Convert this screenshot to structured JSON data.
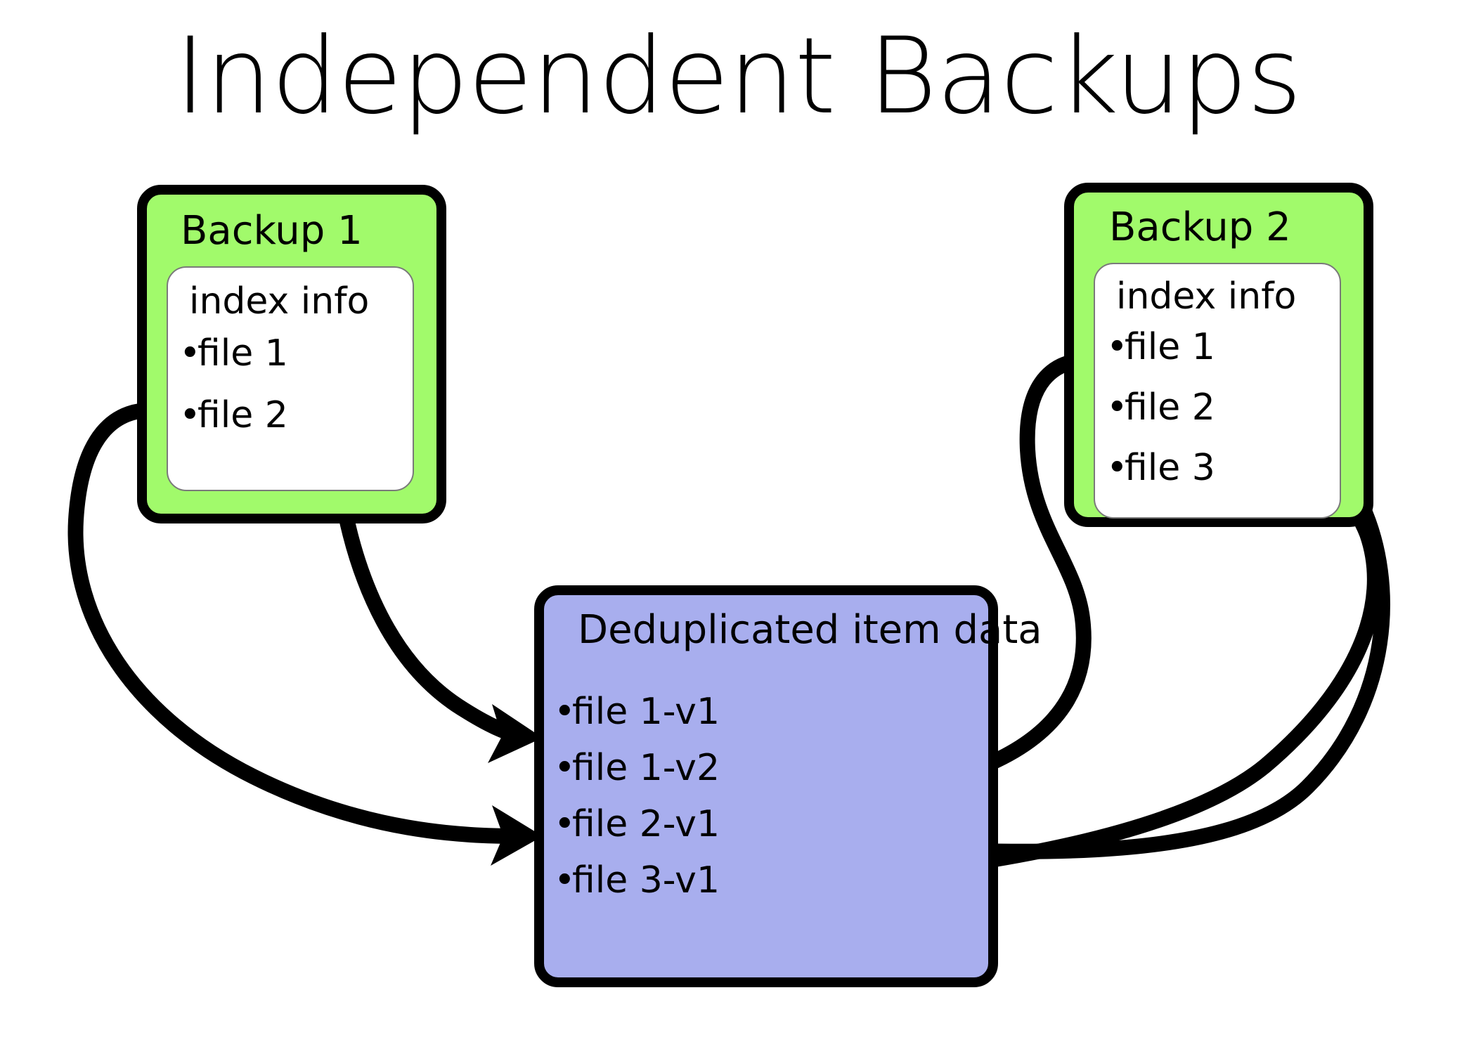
{
  "page": {
    "title": "Independent Backups",
    "background_color": "#ffffff"
  },
  "colors": {
    "backup_box_fill": "#a1fa6b",
    "dedup_box_fill": "#a8aeee",
    "inner_box_fill": "#ffffff",
    "stroke": "#000000"
  },
  "backup_1": {
    "title": "Backup 1",
    "index_label": "index info",
    "files": [
      {
        "bullet": "•",
        "label": "file 1"
      },
      {
        "bullet": "•",
        "label": "file 2"
      }
    ]
  },
  "backup_2": {
    "title": "Backup 2",
    "index_label": "index info",
    "files": [
      {
        "bullet": "•",
        "label": "file 1"
      },
      {
        "bullet": "•",
        "label": "file 2"
      },
      {
        "bullet": "•",
        "label": "file 3"
      }
    ]
  },
  "dedup_store": {
    "title": "Deduplicated item data",
    "items": [
      {
        "bullet": "•",
        "label": "file 1-v1"
      },
      {
        "bullet": "•",
        "label": "file 1-v2"
      },
      {
        "bullet": "•",
        "label": "file 2-v1"
      },
      {
        "bullet": "•",
        "label": "file 3-v1"
      }
    ]
  },
  "links": [
    {
      "name": "backup1-file1-to-file1v1",
      "from": "Backup 1 / file 1",
      "to": "Deduplicated item data / file 1-v1"
    },
    {
      "name": "backup1-file2-to-file2v1",
      "from": "Backup 1 / file 2",
      "to": "Deduplicated item data / file 2-v1"
    },
    {
      "name": "backup2-file1-to-file1v2",
      "from": "Backup 2 / file 1",
      "to": "Deduplicated item data / file 1-v2"
    },
    {
      "name": "backup2-file2-to-file2v1",
      "from": "Backup 2 / file 2",
      "to": "Deduplicated item data / file 2-v1"
    },
    {
      "name": "backup2-file3-to-file3v1",
      "from": "Backup 2 / file 3",
      "to": "Deduplicated item data / file 3-v1"
    }
  ]
}
